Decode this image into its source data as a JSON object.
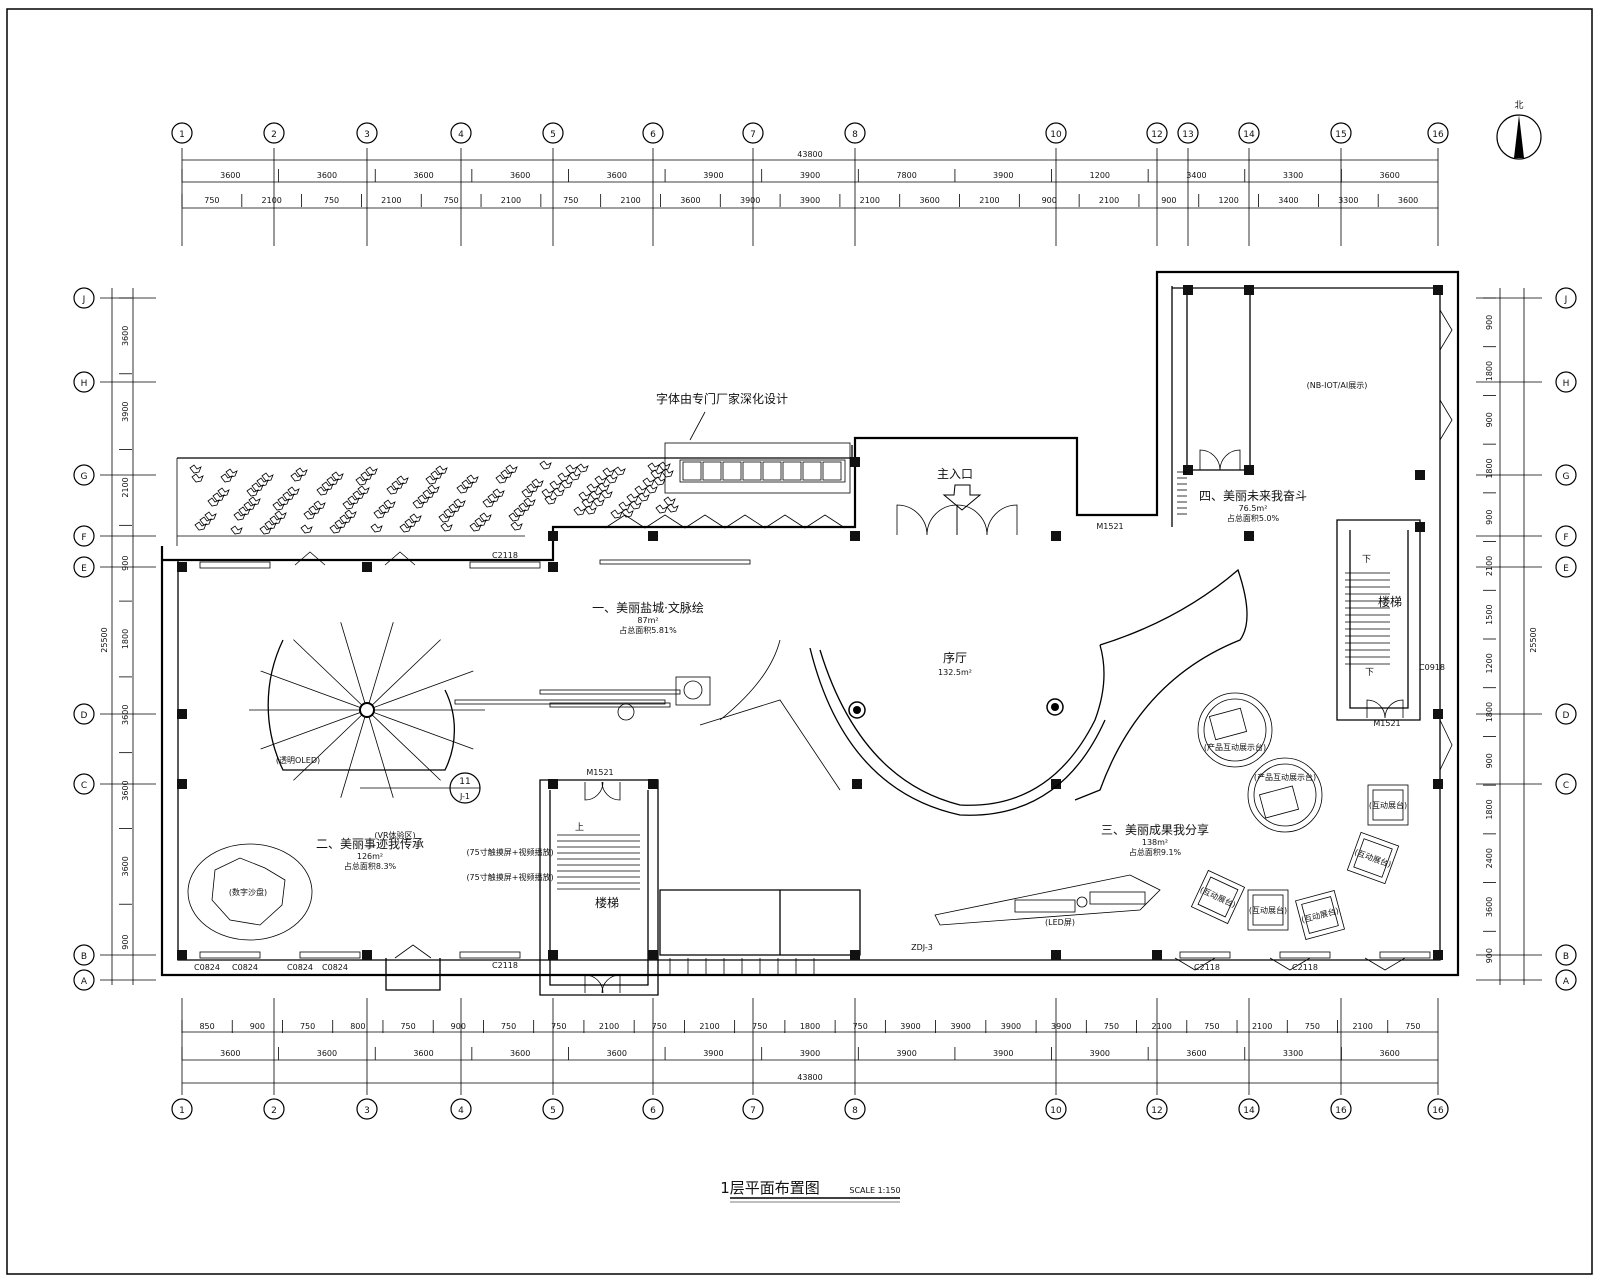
{
  "drawing": {
    "title": "1层平面布置图",
    "scale": "SCALE 1:150",
    "north_label": "北"
  },
  "grid": {
    "top_labels": [
      "1",
      "2",
      "3",
      "4",
      "5",
      "6",
      "7",
      "8",
      "10",
      "12",
      "13",
      "14",
      "15",
      "16"
    ],
    "bottom_labels": [
      "1",
      "2",
      "3",
      "4",
      "5",
      "6",
      "7",
      "8",
      "10",
      "12",
      "14",
      "16",
      "16"
    ],
    "row_labels": [
      "J",
      "H",
      "G",
      "F",
      "E",
      "D",
      "C",
      "B",
      "A"
    ]
  },
  "dimensions": {
    "top_total": "43800",
    "top_row1": [
      "3600",
      "3600",
      "3600",
      "3600",
      "3600",
      "3900",
      "3900",
      "7800",
      "3900",
      "1200",
      "3400",
      "3300",
      "3600"
    ],
    "top_row2": [
      "750",
      "2100",
      "750",
      "2100",
      "750",
      "2100",
      "750",
      "2100",
      "3600",
      "3900",
      "3900",
      "2100",
      "3600",
      "2100",
      "900",
      "2100",
      "900",
      "1200",
      "3400",
      "3300",
      "3600"
    ],
    "bottom_total": "43800",
    "bottom_row1": [
      "3600",
      "3600",
      "3600",
      "3600",
      "3600",
      "3900",
      "3900",
      "3900",
      "3900",
      "3900",
      "3600",
      "3300",
      "3600"
    ],
    "bottom_row2": [
      "850",
      "900",
      "750",
      "800",
      "750",
      "900",
      "750",
      "750",
      "2100",
      "750",
      "2100",
      "750",
      "1800",
      "750",
      "3900",
      "3900",
      "3900",
      "3900",
      "750",
      "2100",
      "750",
      "2100",
      "750",
      "2100",
      "750"
    ],
    "left_total": "25500",
    "left_parts": [
      "3600",
      "3900",
      "2100",
      "900",
      "1800",
      "3600",
      "3600",
      "3600",
      "900"
    ],
    "right_total": "25500",
    "right_parts": [
      "900",
      "1800",
      "900",
      "1800",
      "900",
      "2100",
      "1500",
      "1200",
      "1800",
      "900",
      "1800",
      "2400",
      "3600",
      "900"
    ]
  },
  "labels": {
    "entrance": "主入口",
    "courtyard": "字体由专门厂家深化设计",
    "hall": "序厅",
    "hall_area": "132.5m²",
    "zone1": "一、美丽盐城·文脉绘",
    "zone1_area": "87m²",
    "zone1_note": "占总面积5.81%",
    "zone2": "二、美丽事迹我传承",
    "zone2_area": "126m²",
    "zone2_note": "占总面积8.3%",
    "zone3": "三、美丽成果我分享",
    "zone3_area": "138m²",
    "zone3_note": "占总面积9.1%",
    "zone4": "四、美丽未来我奋斗",
    "zone4_area": "76.5m²",
    "zone4_note": "占总面积5.0%",
    "stair_left": "楼梯",
    "stair_right": "楼梯",
    "detail_no": "11",
    "detail_sheet": "J-1",
    "small": {
      "oled": "(透明OLED)",
      "map": "(数字沙盘)",
      "led": "(LED屏)",
      "vr": "(VR体验区)",
      "tag75a": "(75寸触摸屏+视频播放)",
      "tag75b": "(75寸触摸屏+视频播放)",
      "nb": "(NB-IOT/AI展示)",
      "cube1": "(互动展台)",
      "cube2": "(互动展台)",
      "cube3": "(互动展台)",
      "cube4": "(互动展台)",
      "cube5": "(互动展台)",
      "round1": "(产品互动展示台)",
      "round2": "(产品互动展示台)",
      "down": "下",
      "up": "上",
      "stair_down": "下",
      "window1": "C2118",
      "window2": "C2118",
      "window3": "C2118",
      "window4": "C2118",
      "window5": "C0824",
      "window6": "C0824",
      "window7": "C0824",
      "window8": "C0824",
      "door1": "M1521",
      "door2": "M1521",
      "door3": "M1521",
      "wall_tag": "ZDJ-3",
      "stair_tag": "C0918"
    }
  }
}
